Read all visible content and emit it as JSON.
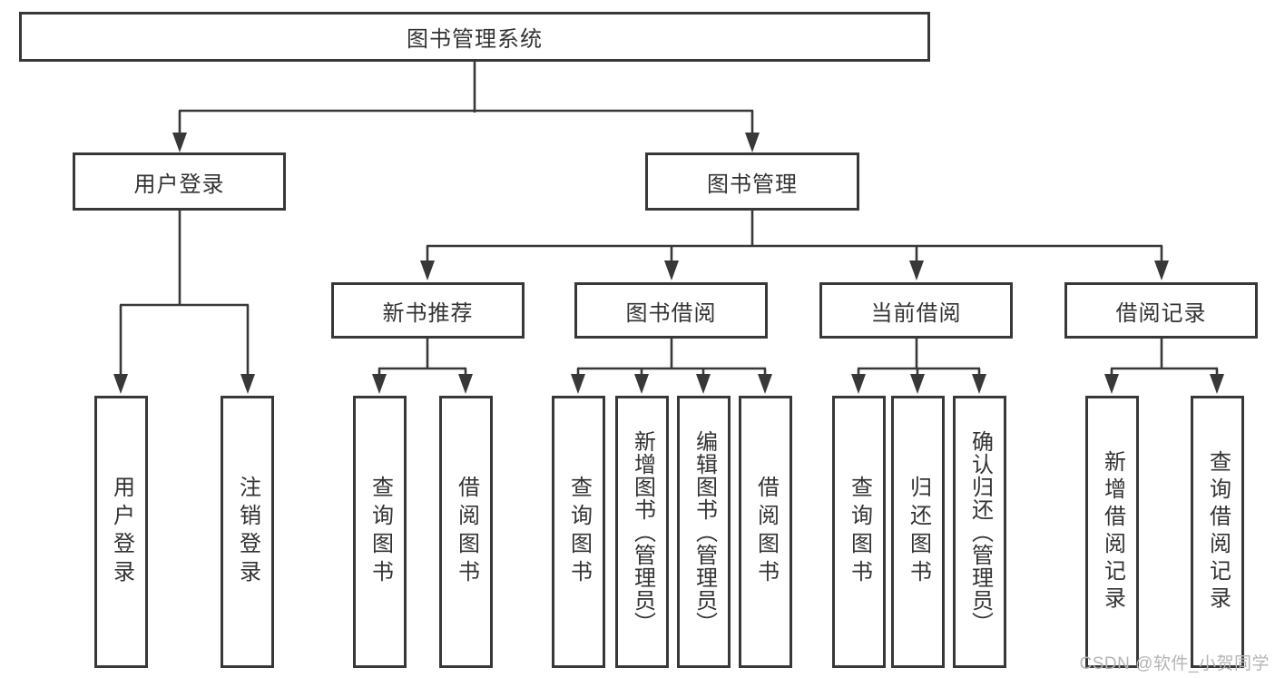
{
  "diagram": {
    "root": {
      "label": "图书管理系统"
    },
    "level2": [
      {
        "label": "用户登录"
      },
      {
        "label": "图书管理"
      }
    ],
    "level3": [
      {
        "label": "新书推荐"
      },
      {
        "label": "图书借阅"
      },
      {
        "label": "当前借阅"
      },
      {
        "label": "借阅记录"
      }
    ],
    "leaves": {
      "user_login": [
        "用户登录",
        "注销登录"
      ],
      "new_books": [
        "查询图书",
        "借阅图书"
      ],
      "book_borrow": [
        "查询图书",
        "新增图书（管理员）",
        "编辑图书（管理员）",
        "借阅图书"
      ],
      "current_borrow": [
        "查询图书",
        "归还图书",
        "确认归还（管理员）"
      ],
      "borrow_records": [
        "新增借阅记录",
        "查询借阅记录"
      ]
    }
  },
  "watermark": "CSDN @软件_小贺同学",
  "colors": {
    "line": "#383838",
    "text": "#333333",
    "watermark": "#b5b5b5",
    "background": "#ffffff"
  }
}
